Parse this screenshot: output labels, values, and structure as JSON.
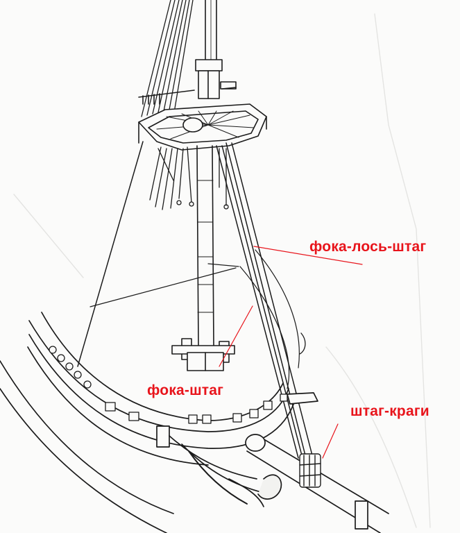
{
  "colors": {
    "label": "#e8141b",
    "ink": "#1b1b1b",
    "paper": "#fbfbfa"
  },
  "labels": {
    "fore_topmast_stay": "фока-лось-штаг",
    "fore_stay": "фока-штаг",
    "stay_collar": "штаг-краги"
  }
}
